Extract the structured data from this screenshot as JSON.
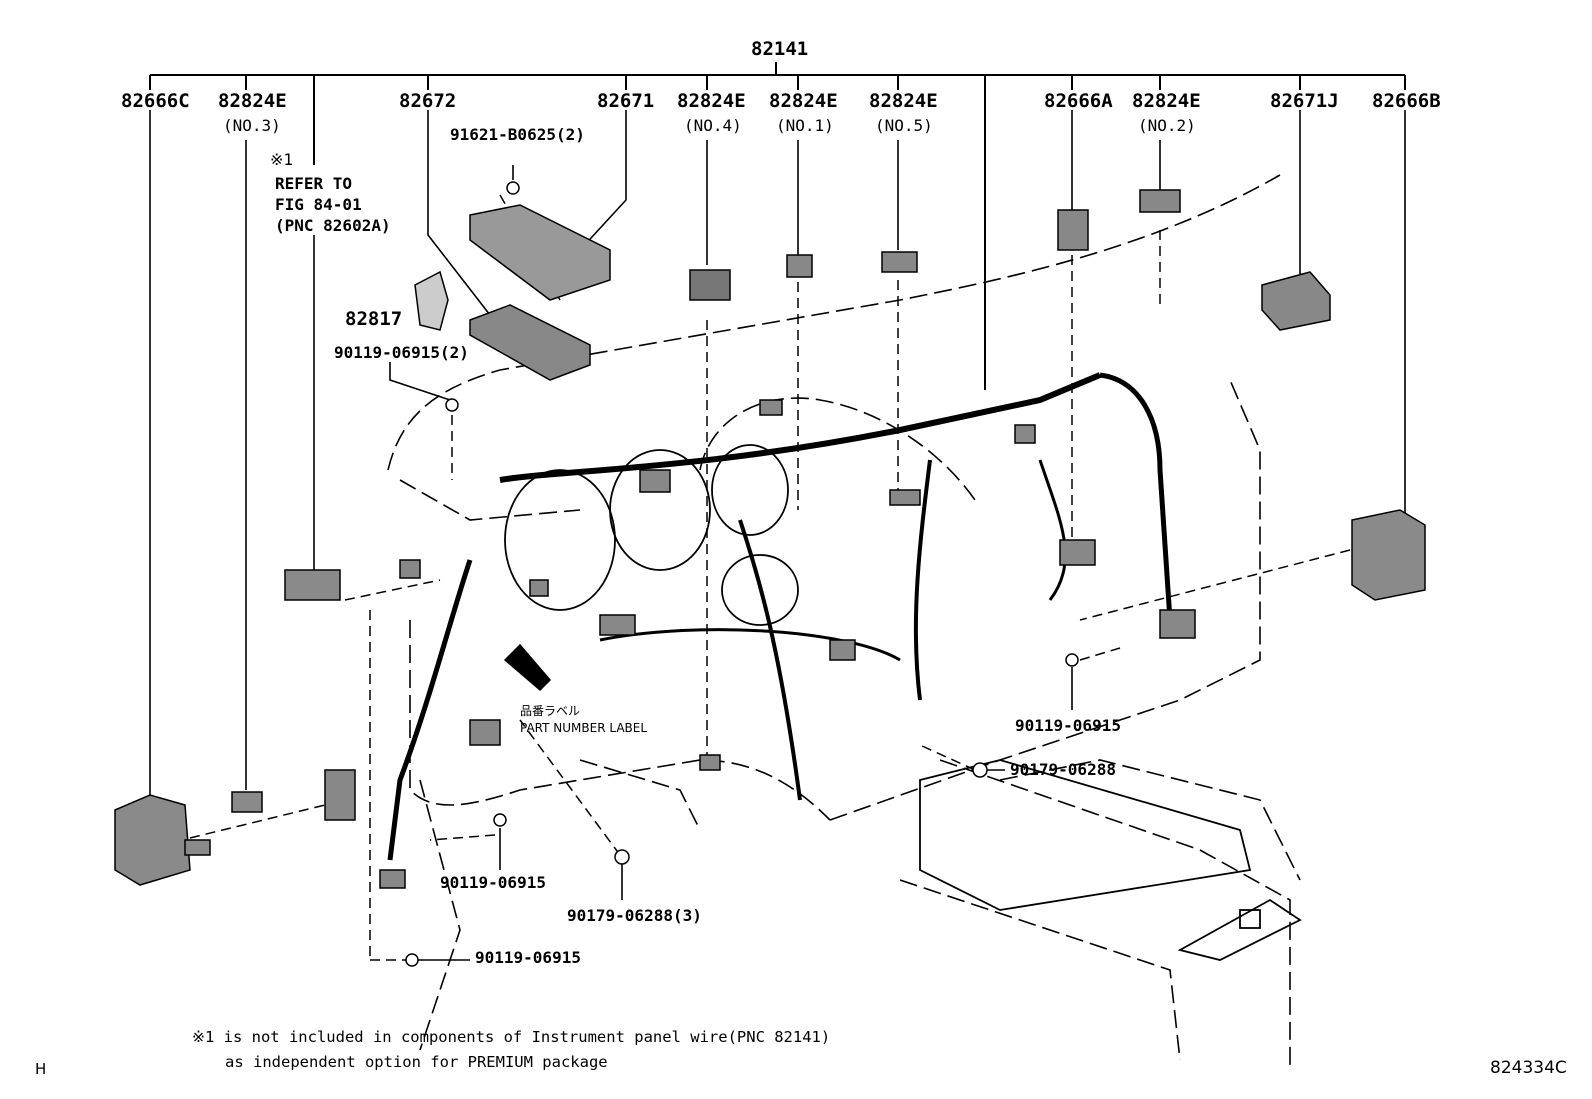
{
  "header": {
    "main_part": "82141"
  },
  "top_parts": [
    {
      "pn": "82666C"
    },
    {
      "pn": "82824E",
      "sub": "(NO.3)"
    },
    {
      "pn": "82672"
    },
    {
      "pn": "82671"
    },
    {
      "pn": "82824E",
      "sub": "(NO.4)"
    },
    {
      "pn": "82824E",
      "sub": "(NO.1)"
    },
    {
      "pn": "82824E",
      "sub": "(NO.5)"
    },
    {
      "pn": "82666A"
    },
    {
      "pn": "82824E",
      "sub": "(NO.2)"
    },
    {
      "pn": "82671J"
    },
    {
      "pn": "82666B"
    }
  ],
  "refer_note": {
    "mark": "※1",
    "line1": "REFER TO",
    "line2": "FIG 84-01",
    "line3": "(PNC 82602A)"
  },
  "callouts": {
    "bolt_91621": "91621-B0625(2)",
    "bracket_82817": "82817",
    "bolt_90119_2": "90119-06915(2)",
    "bolt_90119_right": "90119-06915",
    "clip_90179_right": "90179-06288",
    "bolt_90119_mid": "90119-06915",
    "clip_90179_3": "90179-06288(3)",
    "bolt_90119_bottom": "90119-06915"
  },
  "part_label": {
    "jp": "品番ラベル",
    "en": "PART NUMBER LABEL"
  },
  "footnote": {
    "line1": "※1 is not included in components of Instrument panel wire(PNC 82141)",
    "line2": "as independent option for PREMIUM package"
  },
  "corner_left": "H",
  "diagram_id": "824334C"
}
